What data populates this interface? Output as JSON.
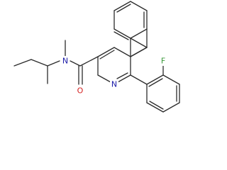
{
  "molecule": {
    "atoms": {
      "nitrogen_amide": {
        "symbol": "N",
        "color": "#1a1aa8"
      },
      "oxygen_carbonyl": {
        "symbol": "O",
        "color": "#d42020"
      },
      "nitrogen_ring": {
        "symbol": "N",
        "color": "#1a1aa8"
      },
      "fluorine": {
        "symbol": "F",
        "color": "#3a9a3a"
      }
    },
    "bond_color": "#2b2b2b"
  }
}
